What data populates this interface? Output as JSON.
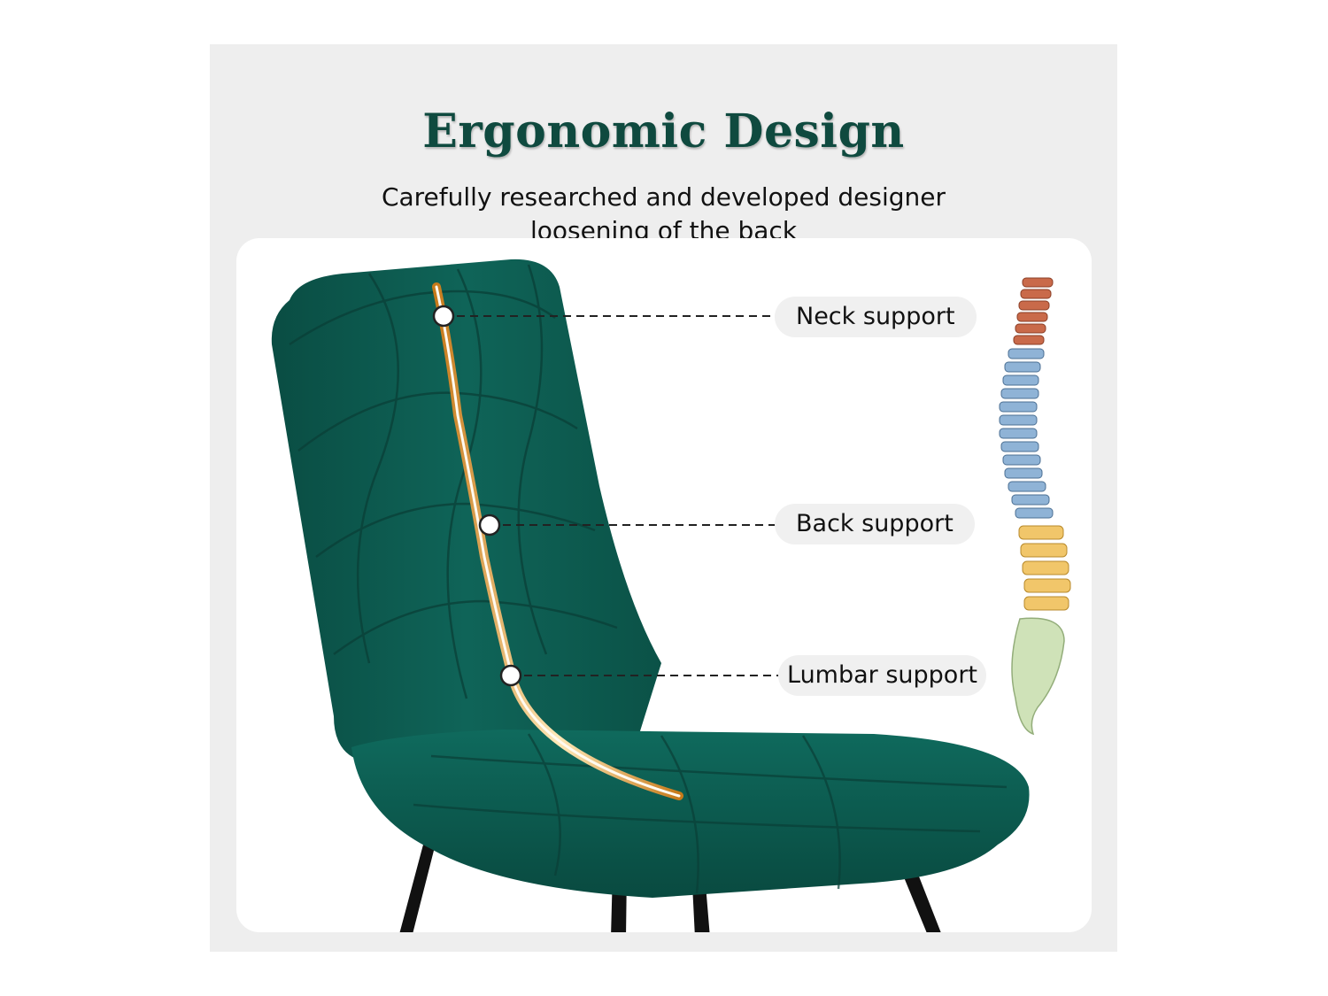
{
  "header": {
    "title": "Ergonomic Design",
    "subtitle_line1": "Carefully researched and developed designer",
    "subtitle_line2": "loosening of the back"
  },
  "callouts": [
    {
      "label": "Neck support"
    },
    {
      "label": "Back support"
    },
    {
      "label": "Lumbar support"
    }
  ],
  "colors": {
    "title": "#0f4a3f",
    "chair": "#0e5e52",
    "accent": "#e9a23b",
    "panel": "#eeeeee"
  }
}
